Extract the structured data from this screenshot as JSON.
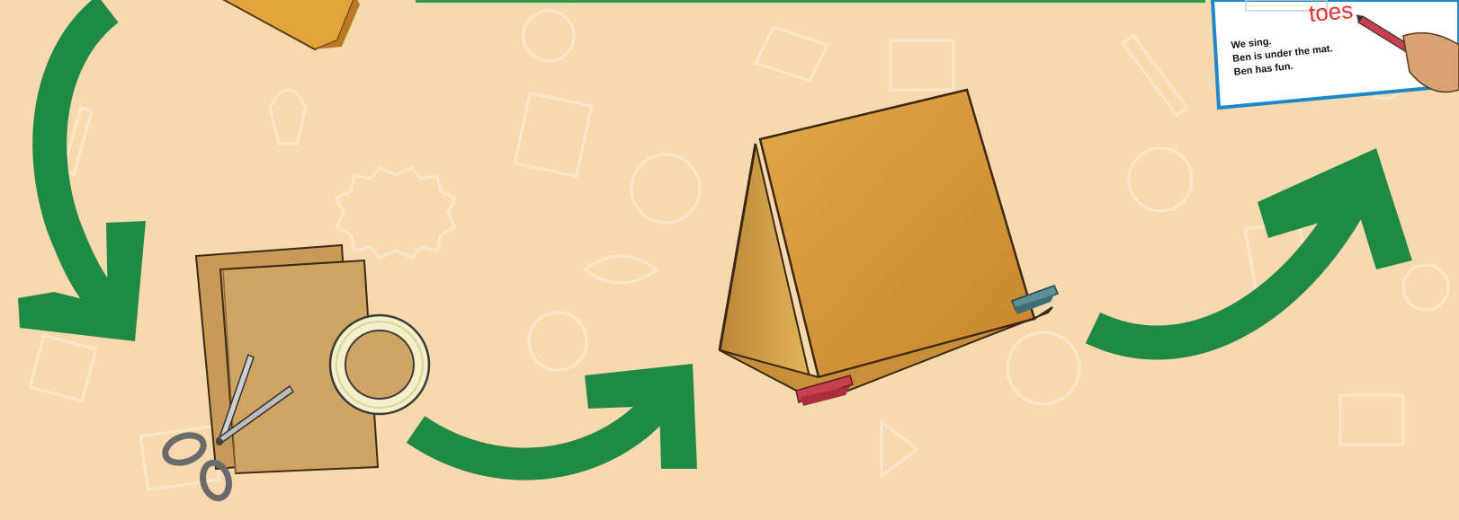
{
  "colors": {
    "background": "#f8d9ad",
    "arrow": "#1f8a45",
    "cardboard": "#c9a061",
    "tent": "#d89a3b",
    "tape": "#f4efc7",
    "peg_red": "#c8404f",
    "peg_teal": "#4e7f86",
    "card_title": "#e0322c"
  },
  "icons": [
    "flow-arrow-icon",
    "folded-cardboard-icon",
    "scissors-icon",
    "tape-roll-icon",
    "cardboard-tent-icon",
    "clothes-peg-icon",
    "word-card-icon",
    "pencil-icon"
  ],
  "word_card": {
    "title": "toes",
    "lines": [
      "We sing.",
      "Ben is under the mat.",
      "Ben has fun."
    ]
  }
}
